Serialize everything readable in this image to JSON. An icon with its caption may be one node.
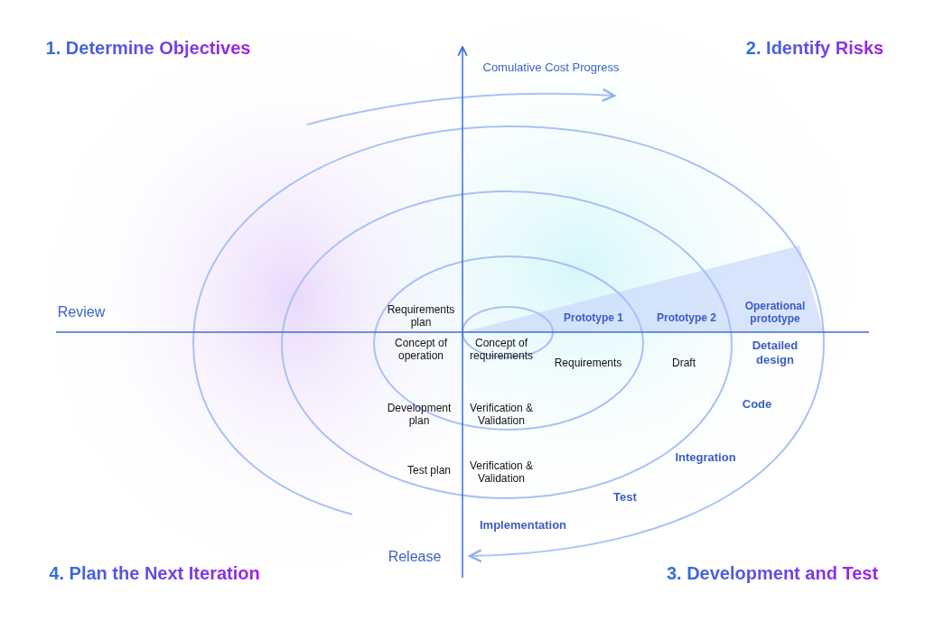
{
  "diagram": {
    "labels": [
      "1. Determine Objectives",
      "2. Identify Risks",
      "Comulative Cost Progress",
      "Requirements plan",
      "Operational prototype",
      "Review",
      "Prototype 1",
      "Prototype 2",
      "Concept of operation",
      "Concept of requirements",
      "Detailed design",
      "Requirements",
      "Draft",
      "Code",
      "Development plan",
      "Verification & Validation",
      "Integration",
      "Test plan",
      "Verification & Validation",
      "Test",
      "Implementation",
      "Release",
      "4. Plan the Next Iteration",
      "3. Development and Test"
    ]
  }
}
